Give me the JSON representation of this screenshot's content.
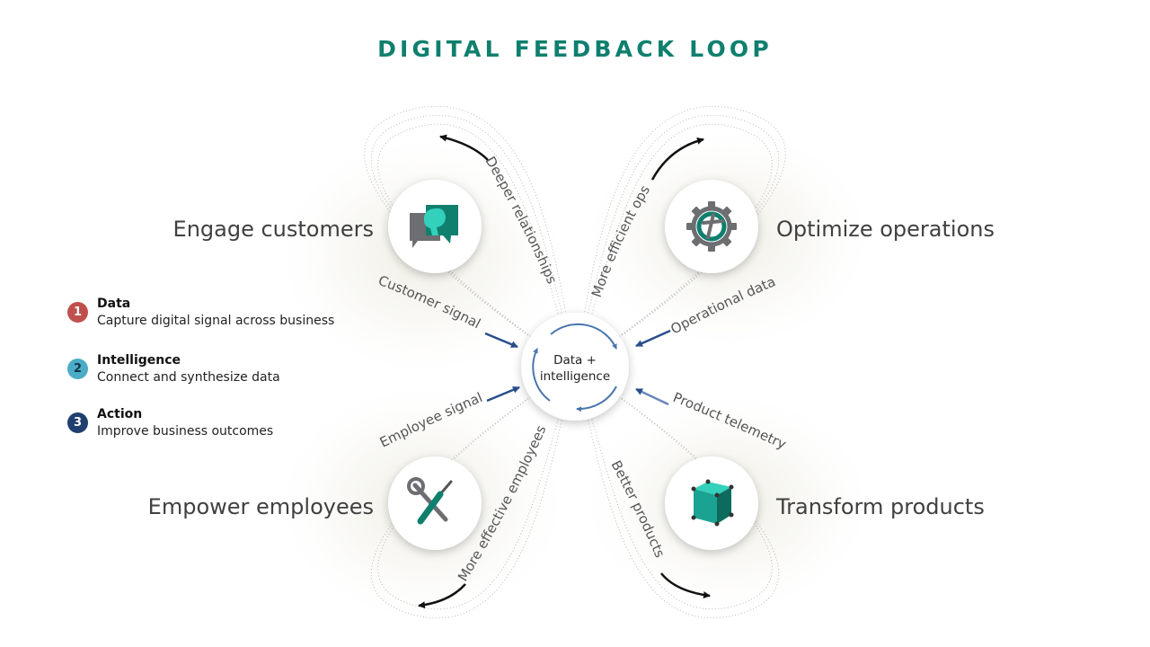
{
  "title": "DIGITAL FEEDBACK LOOP",
  "center": {
    "line1": "Data +",
    "line2": "intelligence"
  },
  "quadrants": {
    "engage": {
      "label": "Engage customers",
      "icon": "chat-bubbles-icon"
    },
    "optimize": {
      "label": "Optimize operations",
      "icon": "gear-icon"
    },
    "empower": {
      "label": "Empower employees",
      "icon": "wrench-screwdriver-icon"
    },
    "transform": {
      "label": "Transform products",
      "icon": "cube-icon"
    }
  },
  "flows": {
    "deeper_relationships": "Deeper relationships",
    "more_efficient_ops": "More efficient ops",
    "customer_signal": "Customer signal",
    "operational_data": "Operational data",
    "employee_signal": "Employee signal",
    "product_telemetry": "Product telemetry",
    "more_effective_employees": "More effective employees",
    "better_products": "Better products"
  },
  "legend": [
    {
      "number": "1",
      "title": "Data",
      "desc": "Capture digital signal across business",
      "color": "#c0504d"
    },
    {
      "number": "2",
      "title": "Intelligence",
      "desc": "Connect and synthesize data",
      "color": "#4bacc6"
    },
    {
      "number": "3",
      "title": "Action",
      "desc": "Improve business outcomes",
      "color": "#1f3f6e"
    }
  ],
  "colors": {
    "accent": "#0f7f6e",
    "arrow_blue": "#2a4e8c",
    "teal": "#1aa392",
    "gray_icon": "#6d6e71"
  }
}
